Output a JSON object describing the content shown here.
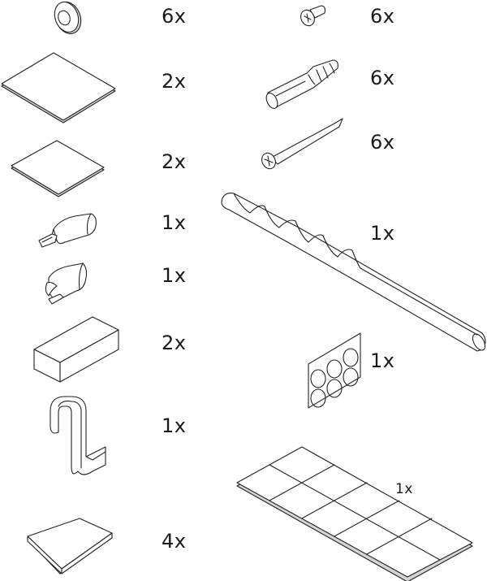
{
  "diagram": {
    "type": "parts-list",
    "left_column": [
      {
        "part": "round-washer-cap",
        "quantity": "6x"
      },
      {
        "part": "large-square-adhesive-pad",
        "quantity": "2x"
      },
      {
        "part": "small-square-adhesive-pad",
        "quantity": "2x"
      },
      {
        "part": "cable-clip-a",
        "quantity": "1x"
      },
      {
        "part": "cable-clip-b",
        "quantity": "1x"
      },
      {
        "part": "rectangular-block",
        "quantity": "2x"
      },
      {
        "part": "s-hook",
        "quantity": "1x"
      },
      {
        "part": "thin-rectangular-pad",
        "quantity": "4x"
      }
    ],
    "right_column": [
      {
        "part": "short-screw",
        "quantity": "6x"
      },
      {
        "part": "wall-plug",
        "quantity": "6x"
      },
      {
        "part": "long-screw",
        "quantity": "6x"
      },
      {
        "part": "drill-bit",
        "quantity": "1x"
      },
      {
        "part": "bumper-dot-sheet",
        "quantity": "1x"
      },
      {
        "part": "grid-pad-sheet",
        "quantity": "1x"
      }
    ]
  },
  "colors": {
    "background": "#ffffff",
    "line": "#222222",
    "text": "#1a1a1a"
  }
}
